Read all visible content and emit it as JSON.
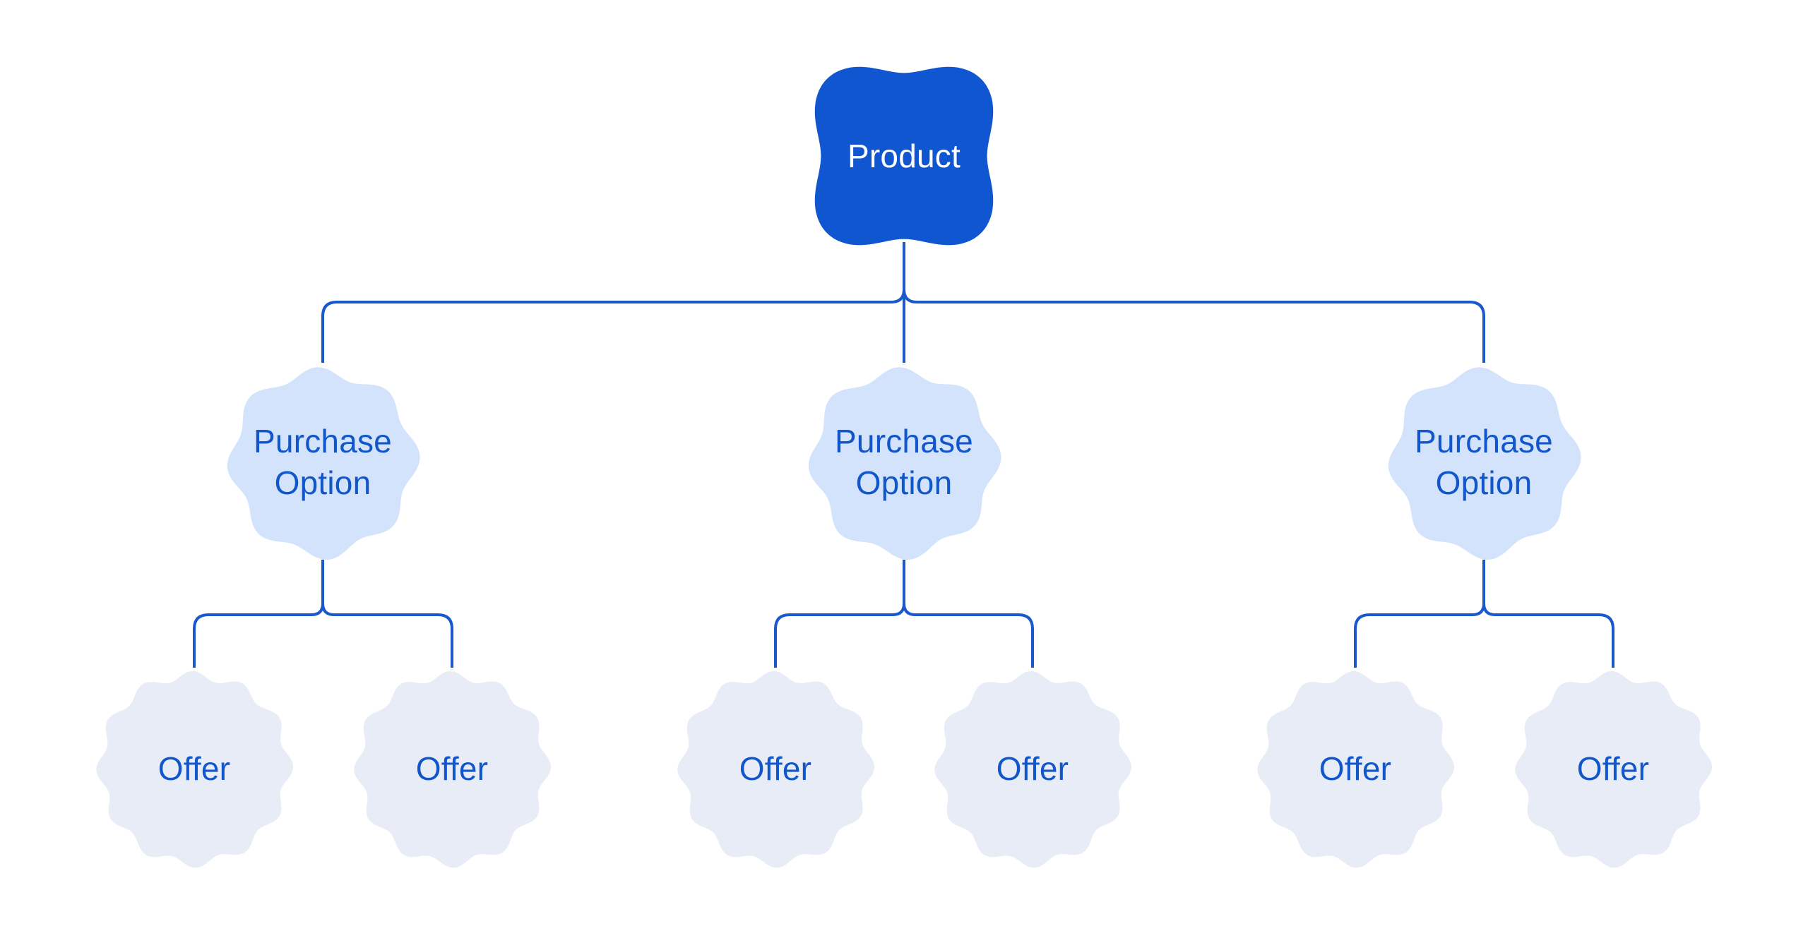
{
  "diagram_type": "tree",
  "colors": {
    "background": "#ffffff",
    "product_fill": "#0f56d0",
    "product_text": "#ffffff",
    "purchase_fill": "#d3e3fc",
    "offer_fill": "#e8ecf6",
    "text_blue": "#1156cb",
    "line": "#1a58cd"
  },
  "nodes": {
    "product": {
      "label": "Product"
    },
    "purchase_options": [
      {
        "label": "Purchase Option"
      },
      {
        "label": "Purchase Option"
      },
      {
        "label": "Purchase Option"
      }
    ],
    "offers": [
      {
        "label": "Offer"
      },
      {
        "label": "Offer"
      },
      {
        "label": "Offer"
      },
      {
        "label": "Offer"
      },
      {
        "label": "Offer"
      },
      {
        "label": "Offer"
      }
    ]
  },
  "hierarchy": {
    "root": "Product",
    "purchase_options_under_product": 3,
    "offers_per_purchase_option": 2
  }
}
